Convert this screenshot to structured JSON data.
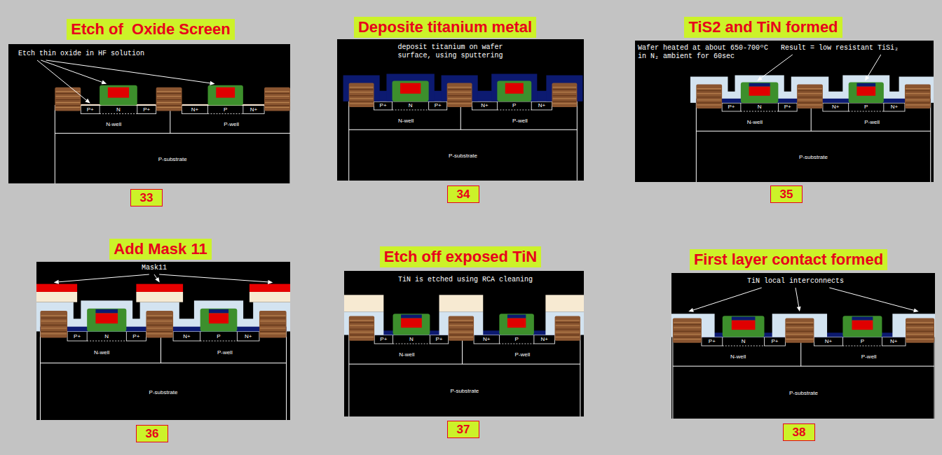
{
  "diagram": {
    "nodes": [
      {
        "text": [
          "Etch of  Oxide Screen"
        ]
      },
      {
        "text": [
          "Etch thin oxide in HF solution"
        ]
      },
      {
        "text": [
          "33"
        ]
      },
      {
        "text": [
          "Deposite titanium metal"
        ]
      },
      {
        "text": [
          "deposit titanium on wafer surface, using sputtering"
        ]
      },
      {
        "text": [
          "34"
        ]
      },
      {
        "text": [
          "TiS2 and TiN formed"
        ]
      },
      {
        "text": [
          "Wafer heated at about 650-700ºC in N₂ ambient for 60sec",
          "Result = low resistant TiSi₂"
        ]
      },
      {
        "text": [
          "35"
        ]
      },
      {
        "text": [
          "Add Mask 11"
        ]
      },
      {
        "text": [
          "Mask11"
        ]
      },
      {
        "text": [
          "36"
        ]
      },
      {
        "text": [
          "Etch off exposed TiN"
        ]
      },
      {
        "text": [
          "TiN is etched using RCA cleaning"
        ]
      },
      {
        "text": [
          "37"
        ]
      },
      {
        "text": [
          "First layer contact formed"
        ]
      },
      {
        "text": [
          "TiN local interconnects"
        ]
      },
      {
        "text": [
          "38"
        ]
      }
    ],
    "labels": [
      "P+",
      "N",
      "P+",
      "N+",
      "P",
      "N+",
      "N-well",
      "P-well",
      "P-substrate",
      "P+",
      "N",
      "P+",
      "N+",
      "P",
      "N+",
      "N-well",
      "P-well",
      "P-substrate",
      "P+",
      "N",
      "P+",
      "N+",
      "P",
      "N+",
      "N-well",
      "P-well",
      "P-substrate",
      "P+",
      "N",
      "P+",
      "N+",
      "P",
      "N+",
      "N-well",
      "P-well",
      "P-substrate",
      "P+",
      "N",
      "P+",
      "N+",
      "P",
      "N+",
      "N-well",
      "P-well",
      "P-substrate",
      "P+",
      "N",
      "P+",
      "N+",
      "P",
      "N+",
      "N-well",
      "P-well",
      "P-substrate"
    ]
  }
}
